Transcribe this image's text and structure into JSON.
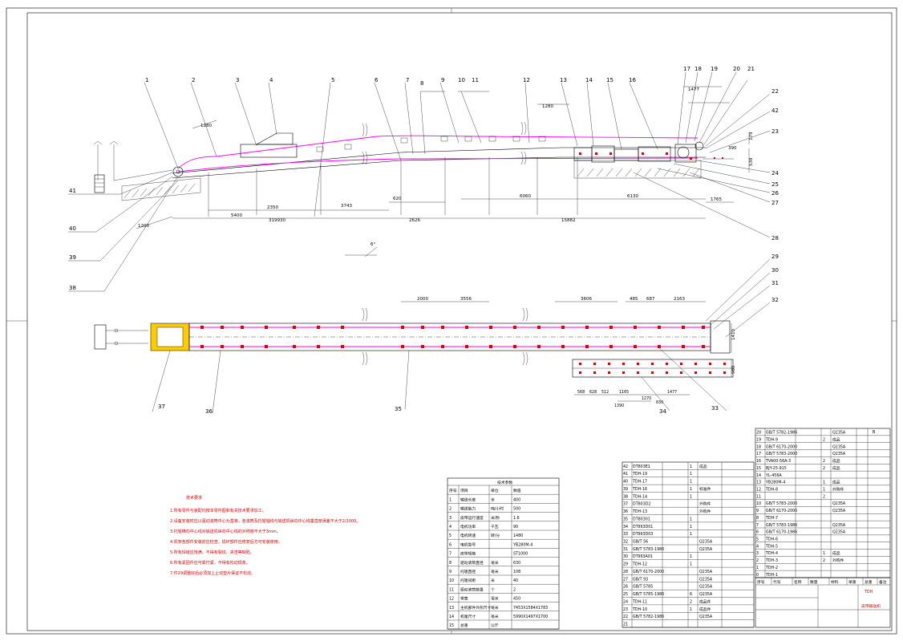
{
  "drawing": {
    "callouts_top": [
      "1",
      "2",
      "3",
      "4",
      "5",
      "6",
      "7",
      "8",
      "9",
      "10",
      "11",
      "12",
      "13",
      "14",
      "15",
      "16",
      "17",
      "18",
      "19",
      "20",
      "21",
      "22",
      "42",
      "23",
      "24",
      "25",
      "26",
      "27",
      "28"
    ],
    "callouts_left": [
      "41",
      "40",
      "39",
      "38"
    ],
    "callouts_plan": [
      "29",
      "30",
      "31",
      "32",
      "33",
      "34",
      "35",
      "36",
      "37"
    ],
    "dims_side": {
      "d1280a": "1280",
      "d1280b": "1280",
      "d1477a": "1477",
      "d179": "179",
      "d538": "538",
      "d390": "390",
      "d3743": "3743",
      "d620": "620",
      "d6060": "6060",
      "d6130": "6130",
      "d1765": "1765",
      "d2350": "2350",
      "d5400": "5400",
      "d2626": "2626",
      "d15882": "15882",
      "d319930": "319930",
      "d1200": "1200",
      "angle": "6°"
    },
    "dims_plan": {
      "d2000": "2000",
      "d3556": "3556",
      "d3606": "3606",
      "d485": "485",
      "d687": "687",
      "d2163": "2163",
      "d1410": "1410",
      "d980": "980",
      "d568": "568",
      "d628": "628",
      "d512": "512",
      "d1165": "1165",
      "d1477": "1477",
      "d1270": "1270",
      "d1390": "1390",
      "d830": "830"
    }
  },
  "notes": {
    "title": "技术要求",
    "lines": [
      "1.所有零件与装配均按本零件图和有关技术要求加工。",
      "2.设备安装时应以驱动滚筒中心为基准，各滚筒及托辊轴线与输送机纵向中心线垂直度误差不大于2/1000。",
      "3.托辊横向中心线对输送机纵向中心线的对称度不大于3mm。",
      "4.机架各部件安装前应检查，损坏部件应修复后方可安装使用。",
      "5.所有焊缝应饱满，不得有裂纹、夹渣等缺陷。",
      "6.所有紧固件应可靠拧紧，不得有松动现象。",
      "7.件29调整好后必须加上止动垫片保证不松动。"
    ]
  },
  "spec": {
    "title": "技术参数",
    "headers": [
      "序号",
      "项目",
      "单位",
      "数值"
    ],
    "rows": [
      [
        "1",
        "输送长度",
        "米",
        "400"
      ],
      [
        "2",
        "输送能力",
        "吨/小时",
        "500"
      ],
      [
        "3",
        "皮带运行速度",
        "米/秒",
        "1.6"
      ],
      [
        "4",
        "电机功率",
        "千瓦",
        "90"
      ],
      [
        "5",
        "电机转速",
        "转/分",
        "1480"
      ],
      [
        "6",
        "电机型号",
        "",
        "YB280M-4"
      ],
      [
        "7",
        "皮带规格",
        "",
        "ST1000"
      ],
      [
        "8",
        "驱动滚筒直径",
        "毫米",
        "630"
      ],
      [
        "9",
        "托辊直径",
        "毫米",
        "108"
      ],
      [
        "10",
        "托辊间距",
        "米",
        "40"
      ],
      [
        "11",
        "驱动滚筒数量",
        "个",
        "2"
      ],
      [
        "12",
        "带宽",
        "毫米",
        "450"
      ],
      [
        "13",
        "主机部件外形尺寸",
        "毫米",
        "7453X1584X1783"
      ],
      [
        "14",
        "机尾尺寸",
        "毫米",
        "5990X1497X1700"
      ],
      [
        "15",
        "总重",
        "公斤",
        ""
      ]
    ]
  },
  "bom_left": [
    [
      "42",
      "DT803E1",
      "",
      "1",
      "成品"
    ],
    [
      "41",
      "TDH-19",
      "",
      "1",
      ""
    ],
    [
      "40",
      "TDH-17",
      "",
      "1",
      ""
    ],
    [
      "39",
      "TDH-16",
      "",
      "1",
      "标准件"
    ],
    [
      "38",
      "TDH-14",
      "",
      "1",
      ""
    ],
    [
      "37",
      "DT803D2",
      "",
      "",
      "外购件"
    ],
    [
      "36",
      "TDH-13",
      "",
      "",
      "外购件"
    ],
    [
      "35",
      "DT80301",
      "",
      "1",
      ""
    ],
    [
      "34",
      "DTII63D01",
      "",
      "1",
      ""
    ],
    [
      "33",
      "DTII63D03",
      "",
      "1",
      ""
    ],
    [
      "32",
      "GB/T 56",
      "",
      "",
      "Q235A"
    ],
    [
      "31",
      "GB/T 5783-1986",
      "",
      "",
      "Q235A"
    ],
    [
      "30",
      "DTII63A01",
      "",
      "1",
      ""
    ],
    [
      "29",
      "TDH-12",
      "",
      "1",
      ""
    ],
    [
      "28",
      "GB/T 6170-2000",
      "",
      "",
      "Q235A"
    ],
    [
      "27",
      "GB/T 93",
      "",
      "",
      "Q235A"
    ],
    [
      "26",
      "GB/T 5785",
      "",
      "",
      "Q235A"
    ],
    [
      "25",
      "GB/T 5785-1986",
      "",
      "6",
      "Q235A"
    ],
    [
      "24",
      "TDH-11",
      "",
      "2",
      "成品件"
    ],
    [
      "23",
      "TDH-10",
      "",
      "1",
      "成品件"
    ],
    [
      "22",
      "GB/T 5782-1986",
      "",
      "",
      "Q235A"
    ],
    [
      "21",
      "",
      "",
      "",
      ""
    ]
  ],
  "bom_right": [
    [
      "20",
      "GB/T 5782-1986",
      "",
      "",
      "Q235A"
    ],
    [
      "19",
      "TDH-9",
      "",
      "2",
      "成品"
    ],
    [
      "18",
      "GB/T 6170-2000",
      "",
      "",
      "Q235A"
    ],
    [
      "17",
      "GB/T 5783-2000",
      "",
      "",
      "Q235A"
    ],
    [
      "16",
      "TVA00-56A-3",
      "",
      "2",
      "成品"
    ],
    [
      "15",
      "BJY-25-915",
      "",
      "2",
      "成品"
    ],
    [
      "14",
      "YL-456A",
      "",
      "",
      ""
    ],
    [
      "13",
      "YB280M-4",
      "",
      "1",
      "成品"
    ],
    [
      "12",
      "TDH-8",
      "",
      "1",
      "外购件"
    ],
    [
      "11",
      "",
      "",
      "2",
      ""
    ],
    [
      "10",
      "GB/T 5783-2000",
      "",
      "",
      "Q235A"
    ],
    [
      "9",
      "GB/T 6170-2000",
      "",
      "",
      "Q235A"
    ],
    [
      "8",
      "TDH-7",
      "",
      "",
      ""
    ],
    [
      "7",
      "GB/T 5783-1986",
      "",
      "",
      "Q235A"
    ],
    [
      "6",
      "GB/T 6170-1986",
      "",
      "",
      "Q235A"
    ],
    [
      "5",
      "TDH-6",
      "",
      "",
      ""
    ],
    [
      "4",
      "TDH-5",
      "",
      "",
      ""
    ],
    [
      "3",
      "TDH-4",
      "",
      "1",
      "成品"
    ],
    [
      "2",
      "TDH-3",
      "",
      "2",
      "外购件"
    ],
    [
      "1",
      "TDH-2",
      "",
      "",
      ""
    ],
    [
      "0",
      "TDH-1",
      "",
      "",
      ""
    ]
  ],
  "title_block": {
    "col_headers": [
      "序号",
      "代号",
      "名称",
      "数量",
      "材料",
      "单重",
      "总重",
      "备注"
    ],
    "drawing_no": "TDH",
    "product_name": "皮带输送机",
    "sheet_mark": "B"
  }
}
